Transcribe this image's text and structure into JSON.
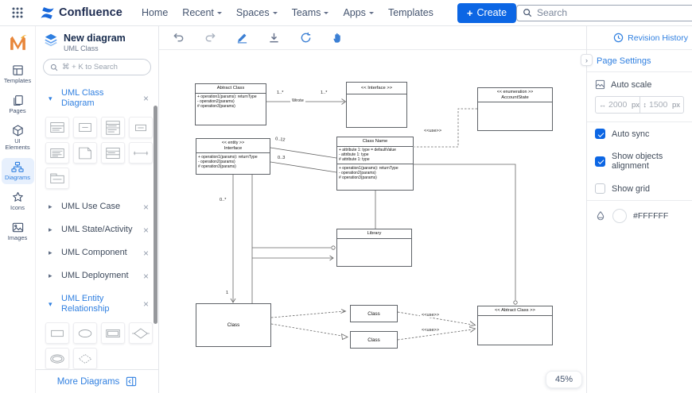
{
  "ui": {
    "plus": "+",
    "close": "×",
    "caret_expanded": "▾",
    "caret_collapsed": "▸",
    "chevron_right": "›",
    "h_arrow": "↔",
    "v_arrow": "↕",
    "help_glyph": "?"
  },
  "navbar": {
    "product": "Confluence",
    "items": [
      {
        "label": "Home",
        "caret": false
      },
      {
        "label": "Recent",
        "caret": true
      },
      {
        "label": "Spaces",
        "caret": true
      },
      {
        "label": "Teams",
        "caret": true
      },
      {
        "label": "Apps",
        "caret": true
      },
      {
        "label": "Templates",
        "caret": false
      }
    ],
    "create_label": "Create",
    "search_placeholder": "Search"
  },
  "app_rail": {
    "items": [
      {
        "label": "Templates"
      },
      {
        "label": "Pages"
      },
      {
        "label": "UI Elements"
      },
      {
        "label": "Diagrams",
        "active": true
      },
      {
        "label": "Icons"
      },
      {
        "label": "Images"
      }
    ]
  },
  "left_panel": {
    "title": "New diagram",
    "subtitle": "UML Class",
    "search_placeholder": "⌘ + K to Search",
    "sections": [
      {
        "label": "UML Class Diagram",
        "expanded": true,
        "active": true
      },
      {
        "label": "UML Use Case",
        "expanded": false
      },
      {
        "label": "UML State/Activity",
        "expanded": false
      },
      {
        "label": "UML Component",
        "expanded": false
      },
      {
        "label": "UML Deployment",
        "expanded": false
      },
      {
        "label": "UML Entity Relationship",
        "expanded": true,
        "active": true
      }
    ],
    "class_shapes": [
      "class-with-title",
      "simple-class",
      "detailed-class",
      "small-class",
      "class-attributes",
      "note",
      "interface-class",
      "association",
      "package"
    ],
    "er_shapes": [
      "entity",
      "attribute",
      "weak-entity",
      "relationship",
      "multivalued-attribute",
      "weak-relationship"
    ],
    "more_label": "More Diagrams"
  },
  "toolbar": {
    "icons": [
      "undo",
      "redo",
      "draw",
      "download",
      "sync",
      "pan"
    ]
  },
  "right_panel": {
    "revision_label": "Revision History",
    "title": "Page Settings",
    "auto_scale_label": "Auto scale",
    "width_value": "2000",
    "width_unit": "px",
    "height_value": "1500",
    "height_unit": "px",
    "options": [
      {
        "label": "Auto sync",
        "checked": true
      },
      {
        "label": "Show objects alignment",
        "checked": true
      },
      {
        "label": "Show grid",
        "checked": false
      }
    ],
    "color_value": "#FFFFFF"
  },
  "canvas": {
    "zoom_label": "45%",
    "nodes": [
      {
        "title": "Abtract Class",
        "body": [
          "+ operation1(params): returnType",
          "- operation2(params)",
          "# operation3(params)"
        ]
      },
      {
        "title": "<< Interface >>"
      },
      {
        "stereotype": "<< enumeration >>",
        "title": "AccountState"
      },
      {
        "stereotype": "<< entity >>",
        "title": "Interface",
        "body": [
          "+ operation1(params): returnType",
          "- operation2(params)",
          "# operation3(params)"
        ]
      },
      {
        "title": "Class Name",
        "attributes": [
          "+ attribute 1: type = defaultValue",
          "- attribute 1: type",
          "# attribute 1: type"
        ],
        "operations": [
          "+ operation1(params): returnType",
          "- operation2(params)",
          "# operation3(params)"
        ]
      },
      {
        "title": "Library"
      },
      {
        "title": "Class"
      },
      {
        "title": "Class"
      },
      {
        "title": "Class"
      },
      {
        "title": "<< Abtract Class >>"
      }
    ],
    "labels": {
      "assoc_source": "1..*",
      "assoc_name": "Wrote",
      "assoc_target": "1..*",
      "mult_a": "0..12",
      "mult_b": "0..3",
      "mult_c": "0..*",
      "mult_d": "1",
      "use_a": "<<use>>",
      "use_b": "<<use>>",
      "use_c": "<<use>>"
    }
  },
  "colors": {
    "accent": "#0C66E4",
    "link": "#2F7FE0",
    "canvas_bg": "#FFFFFF"
  }
}
